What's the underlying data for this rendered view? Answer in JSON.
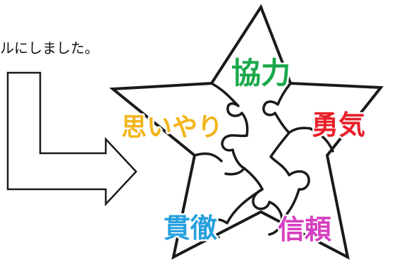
{
  "caption": "ルにしました。",
  "puzzle": {
    "words": {
      "top": "協力",
      "right": "勇気",
      "left": "思いやり",
      "bottom_left": "貫徹",
      "bottom_right": "信頼"
    },
    "colors": {
      "top": "#1aa84a",
      "right": "#e8202a",
      "left": "#f2b51c",
      "bottom_left": "#27a0de",
      "bottom_right": "#d63fc0",
      "outline": "#1a1a1a"
    }
  }
}
